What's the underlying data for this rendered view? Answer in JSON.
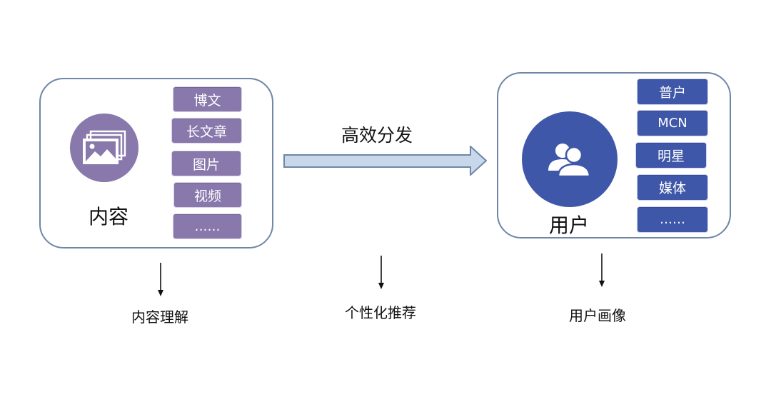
{
  "content": {
    "title": "内容",
    "tags": [
      "博文",
      "长文章",
      "图片",
      "视频",
      "……"
    ],
    "accent": "#8878ac"
  },
  "distribution": {
    "label": "高效分发",
    "arrow_fill": "#c8d8ea",
    "arrow_stroke": "#6f86a6"
  },
  "user": {
    "title": "用户",
    "tags": [
      "普户",
      "MCN",
      "明星",
      "媒体",
      "……"
    ],
    "accent": "#3f57a8"
  },
  "bottom": {
    "content_label": "内容理解",
    "middle_label": "个性化推荐",
    "user_label": "用户画像"
  },
  "icons": [
    "images-icon",
    "users-icon"
  ]
}
